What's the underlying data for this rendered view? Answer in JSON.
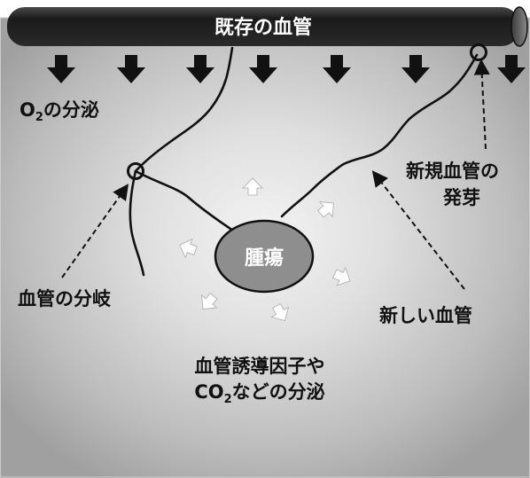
{
  "title": "既存の血管",
  "labels": {
    "o2_main": "O",
    "o2_sub": "2",
    "o2_rest": "の分泌",
    "tumor": "腫瘍",
    "branch": "血管の分岐",
    "new_vessel": "新しい血管",
    "sprout_line1": "新規血管の",
    "sprout_line2": "発芽",
    "factors_line1": "血管誘導因子や",
    "factors_line2_a": "CO",
    "factors_line2_sub": "2",
    "factors_line2_b": "などの分泌"
  },
  "colors": {
    "vessel": "#1e1e1e",
    "background_center": "#f2f2f2",
    "background_edge": "#9a9a9a",
    "tumor_fill": "#8d8d8d"
  },
  "icons": {
    "down_arrow": "down-arrow-icon",
    "white_arrow": "white-arrow-icon"
  }
}
